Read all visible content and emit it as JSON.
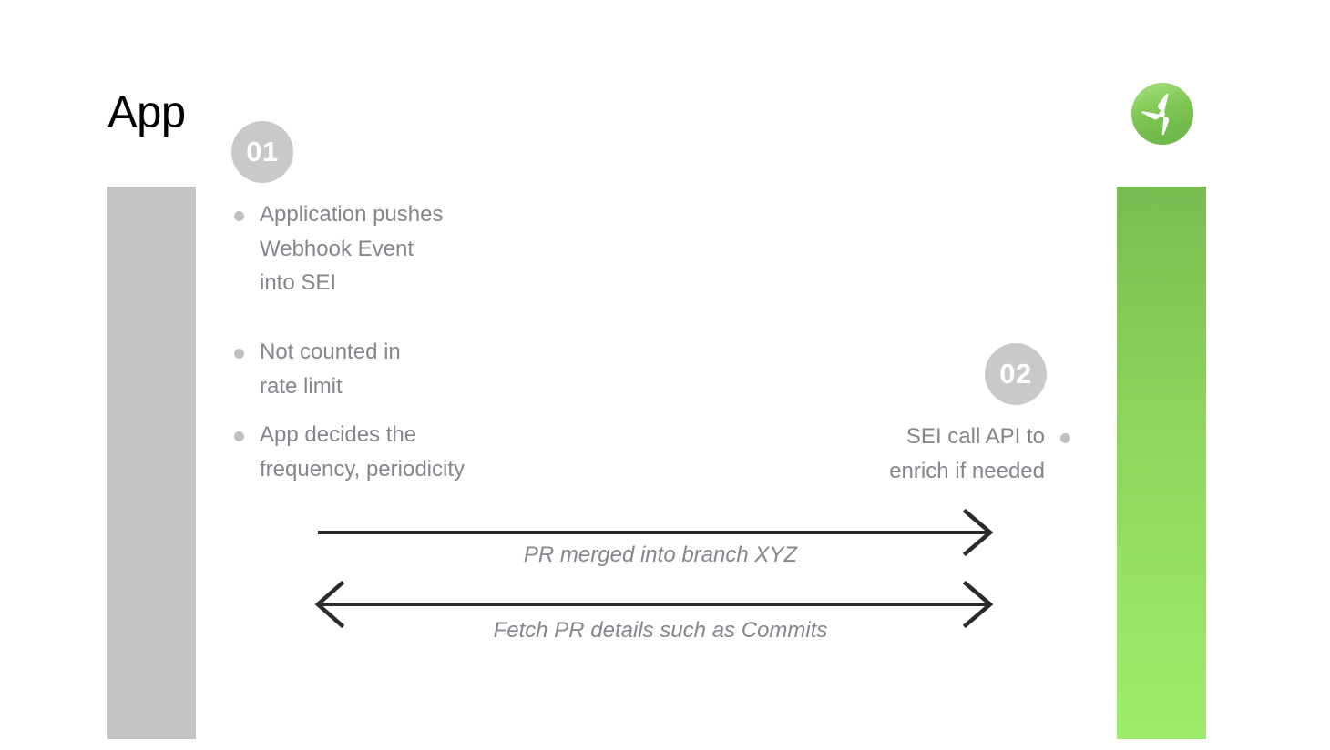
{
  "slide": {
    "title": "App",
    "colors": {
      "brand_green_top": "#78bd53",
      "brand_green_bottom": "#9eec6b",
      "lane_grey": "#c4c4c4",
      "badge_grey": "#c9c9c9",
      "body_text_grey": "#84868c",
      "arrow_black": "#2b2b2b",
      "title_black": "#010101"
    }
  },
  "lanes": {
    "left": {
      "label": "App"
    },
    "right": {
      "logo_name": "sei-propeller-logo"
    }
  },
  "steps": [
    {
      "number": "01",
      "side": "left",
      "bullets": [
        {
          "lines": [
            "Application pushes",
            "Webhook Event",
            "into SEI"
          ]
        },
        {
          "lines": [
            "Not counted in",
            "rate limit"
          ]
        },
        {
          "lines": [
            "App decides the",
            "frequency, periodicity"
          ]
        }
      ]
    },
    {
      "number": "02",
      "side": "right",
      "bullets": [
        {
          "lines": [
            "SEI call API to",
            "enrich if needed"
          ]
        }
      ]
    }
  ],
  "arrows": [
    {
      "label": "PR merged into branch XYZ",
      "direction": "right",
      "heads": [
        "right"
      ]
    },
    {
      "label": "Fetch PR details such as Commits",
      "direction": "bidirectional",
      "heads": [
        "left",
        "right"
      ]
    }
  ]
}
